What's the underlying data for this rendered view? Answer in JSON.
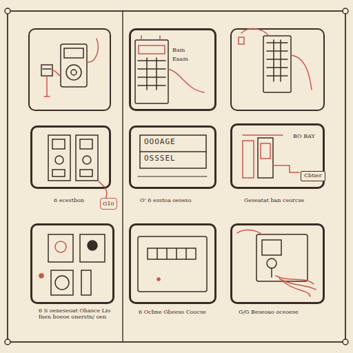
{
  "diagram": {
    "nodes": [
      {
        "text": [
          "Bam",
          "Eaam"
        ]
      },
      {
        "text": [
          "6 ecestbon"
        ]
      },
      {
        "text": [
          "OOOAGE",
          "OSSSEL",
          "O' 6 esstoa oeseso"
        ]
      },
      {
        "text": [
          "BO BAY",
          "Geseatat ban ceorcse"
        ]
      },
      {
        "text": [
          "Cbtier"
        ],
        "in": 3
      },
      {
        "text": [
          "6 S oeneseoat Ohasce Lio fnen boeoe onerstn/ oen"
        ]
      },
      {
        "text": [
          "6 Ocbne Gbeeso Coocse"
        ]
      },
      {
        "text": [
          "G/G Beseoao oceoese"
        ]
      }
    ],
    "labels": [
      "G10"
    ]
  }
}
